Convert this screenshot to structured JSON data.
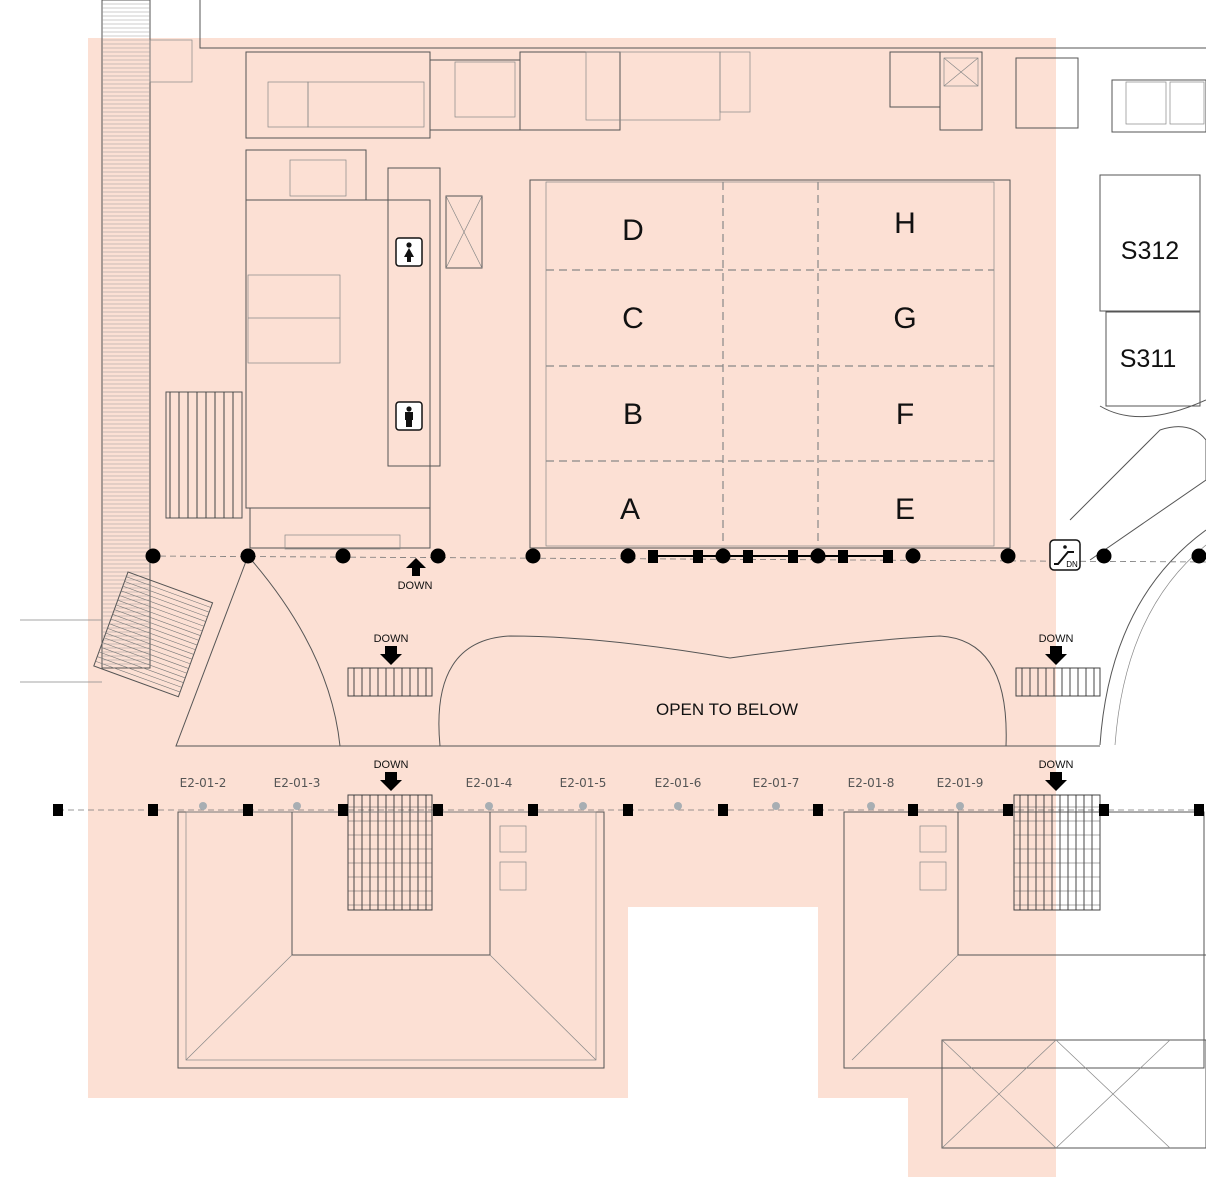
{
  "map": {
    "highlight_color": "#fce0d4",
    "rooms": {
      "D": "D",
      "C": "C",
      "B": "B",
      "A": "A",
      "H": "H",
      "G": "G",
      "F": "F",
      "E": "E",
      "S312": "S312",
      "S311": "S311"
    },
    "open_to_below": "OPEN TO BELOW",
    "down_labels": [
      "DOWN",
      "DOWN",
      "DOWN",
      "DOWN",
      "DOWN"
    ],
    "escalator_icon_text": "DN",
    "bays": [
      "E2-01-2",
      "E2-01-3",
      "E2-01-4",
      "E2-01-5",
      "E2-01-6",
      "E2-01-7",
      "E2-01-8",
      "E2-01-9"
    ],
    "icons": [
      "womens-restroom-icon",
      "mens-restroom-icon",
      "escalator-down-icon",
      "down-arrow-icon"
    ]
  }
}
